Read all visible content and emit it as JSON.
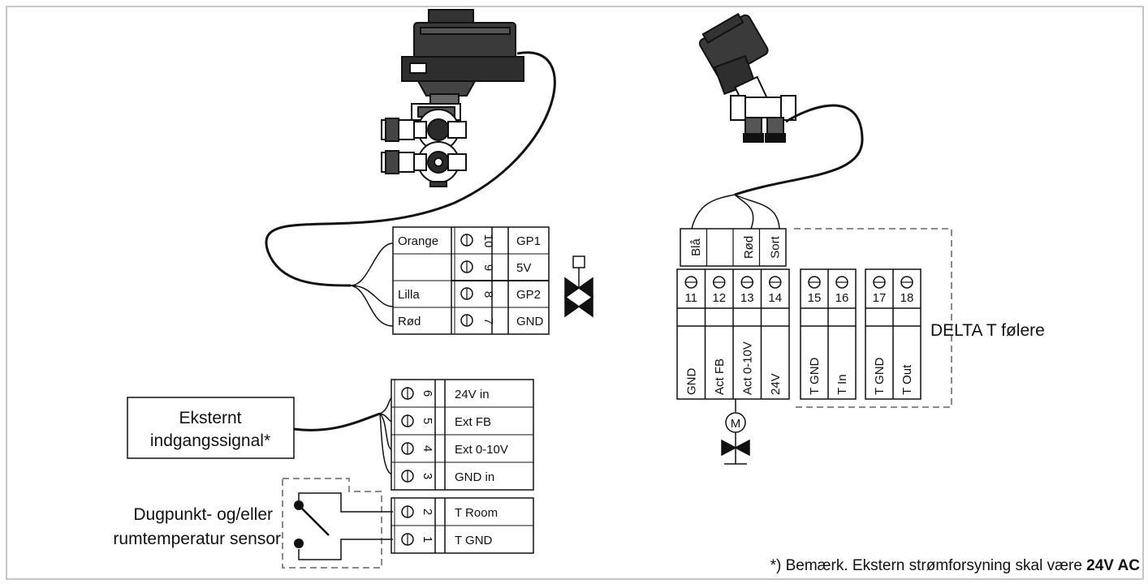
{
  "valve_terminal": {
    "terminals": [
      {
        "wire": "Orange",
        "number": "10",
        "signal": "GP1"
      },
      {
        "wire": "",
        "number": "9",
        "signal": "5V"
      },
      {
        "wire": "Lilla",
        "number": "8",
        "signal": "GP2"
      },
      {
        "wire": "Rød",
        "number": "7",
        "signal": "GND"
      }
    ]
  },
  "input_terminal": {
    "terminals": [
      {
        "number": "6",
        "signal": "24V  in"
      },
      {
        "number": "5",
        "signal": "Ext  FB"
      },
      {
        "number": "4",
        "signal": "Ext  0-10V"
      },
      {
        "number": "3",
        "signal": "GND  in"
      }
    ],
    "source_label_line1": "Eksternt",
    "source_label_line2": "indgangssignal*"
  },
  "sensor_terminal": {
    "terminals": [
      {
        "number": "2",
        "signal": "T  Room"
      },
      {
        "number": "1",
        "signal": "T  GND"
      }
    ],
    "sensor_label_line1": "Dugpunkt- og/eller",
    "sensor_label_line2": "rumtemperatur sensor"
  },
  "actuator_terminal": {
    "wires": [
      "Blå",
      "",
      "Rød",
      "Sort"
    ],
    "numbers": [
      "11",
      "12",
      "13",
      "14"
    ],
    "signals": [
      "GND",
      "Act  FB",
      "Act  0-10V",
      "24V"
    ]
  },
  "delta_t": {
    "groups": [
      {
        "numbers": [
          "15",
          "16"
        ],
        "signals": [
          "T  GND",
          "T  In"
        ]
      },
      {
        "numbers": [
          "17",
          "18"
        ],
        "signals": [
          "T  GND",
          "T  Out"
        ]
      }
    ],
    "label": "DELTA T følere"
  },
  "motor_symbol": "M",
  "footnote": {
    "prefix": "*) Bemærk. Ekstern strømforsyning skal være ",
    "bold": "24V AC"
  }
}
